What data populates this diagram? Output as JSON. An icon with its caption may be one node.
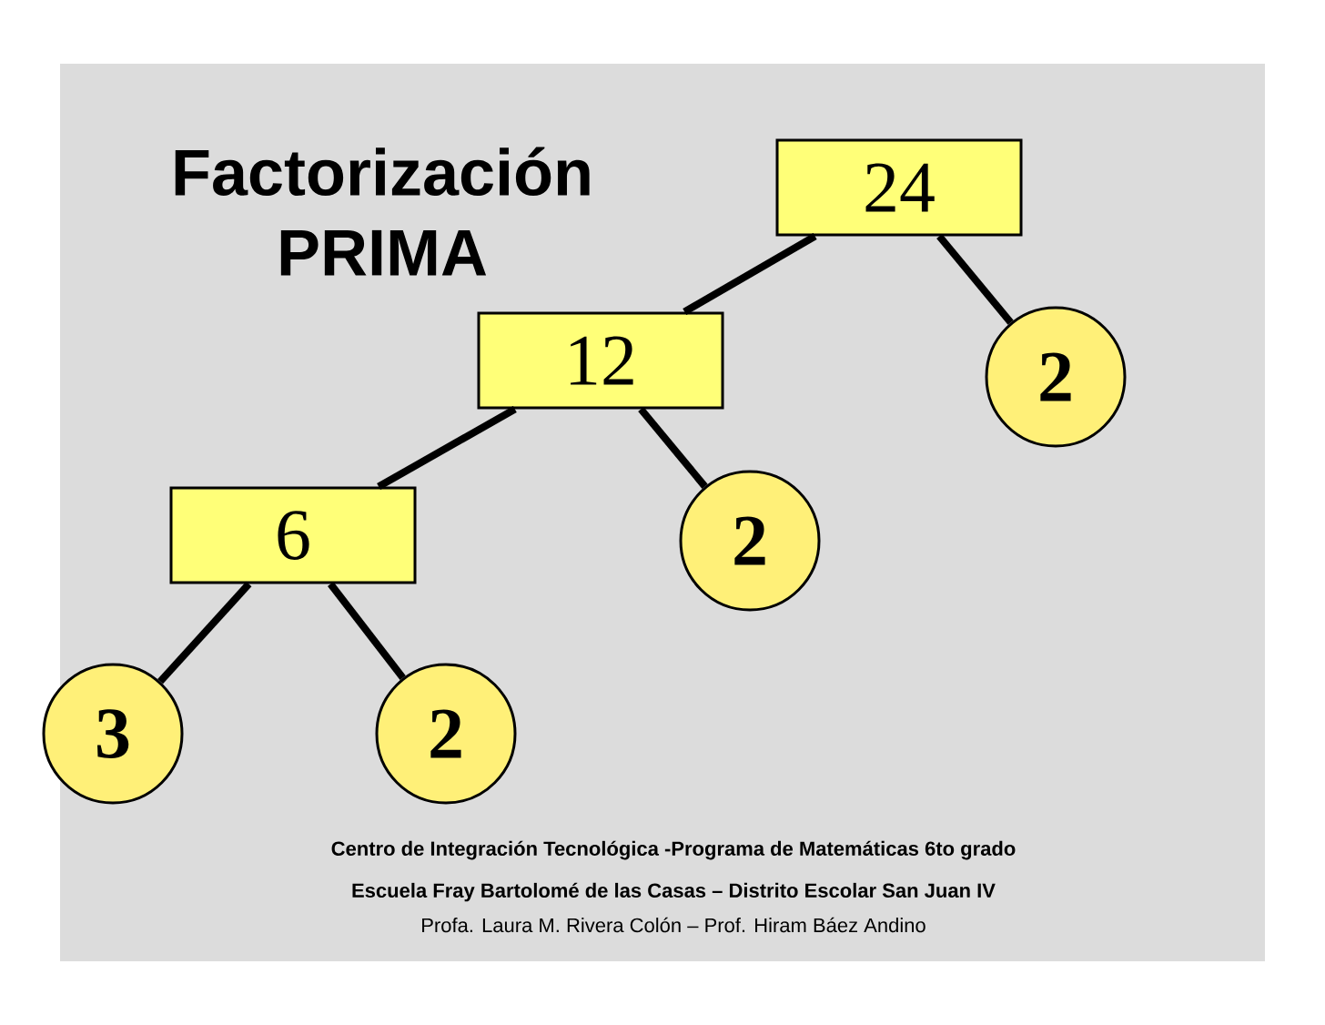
{
  "diagram": {
    "title": "Factorización PRIMA",
    "nodes": [
      {
        "text": [
          "24"
        ]
      },
      {
        "text": [
          "2"
        ]
      },
      {
        "text": [
          "12"
        ]
      },
      {
        "text": [
          "2"
        ]
      },
      {
        "text": [
          "6"
        ]
      },
      {
        "text": [
          "3"
        ]
      },
      {
        "text": [
          "2"
        ]
      }
    ],
    "edges": [
      {
        "from": 0,
        "to": 2,
        "arrow": "none"
      },
      {
        "from": 0,
        "to": 1,
        "arrow": "none"
      },
      {
        "from": 2,
        "to": 4,
        "arrow": "none"
      },
      {
        "from": 2,
        "to": 3,
        "arrow": "none"
      },
      {
        "from": 4,
        "to": 5,
        "arrow": "none"
      },
      {
        "from": 4,
        "to": 6,
        "arrow": "none"
      }
    ],
    "labels": [
      "Centro de Integración Tecnológica -Programa de Matemáticas 6to grado",
      "Escuela Fray Bartolomé de las Casas – Distrito Escolar San Juan IV",
      "Profa. Laura M. Rivera Colón – Prof. Hiram Báez Andino"
    ]
  }
}
